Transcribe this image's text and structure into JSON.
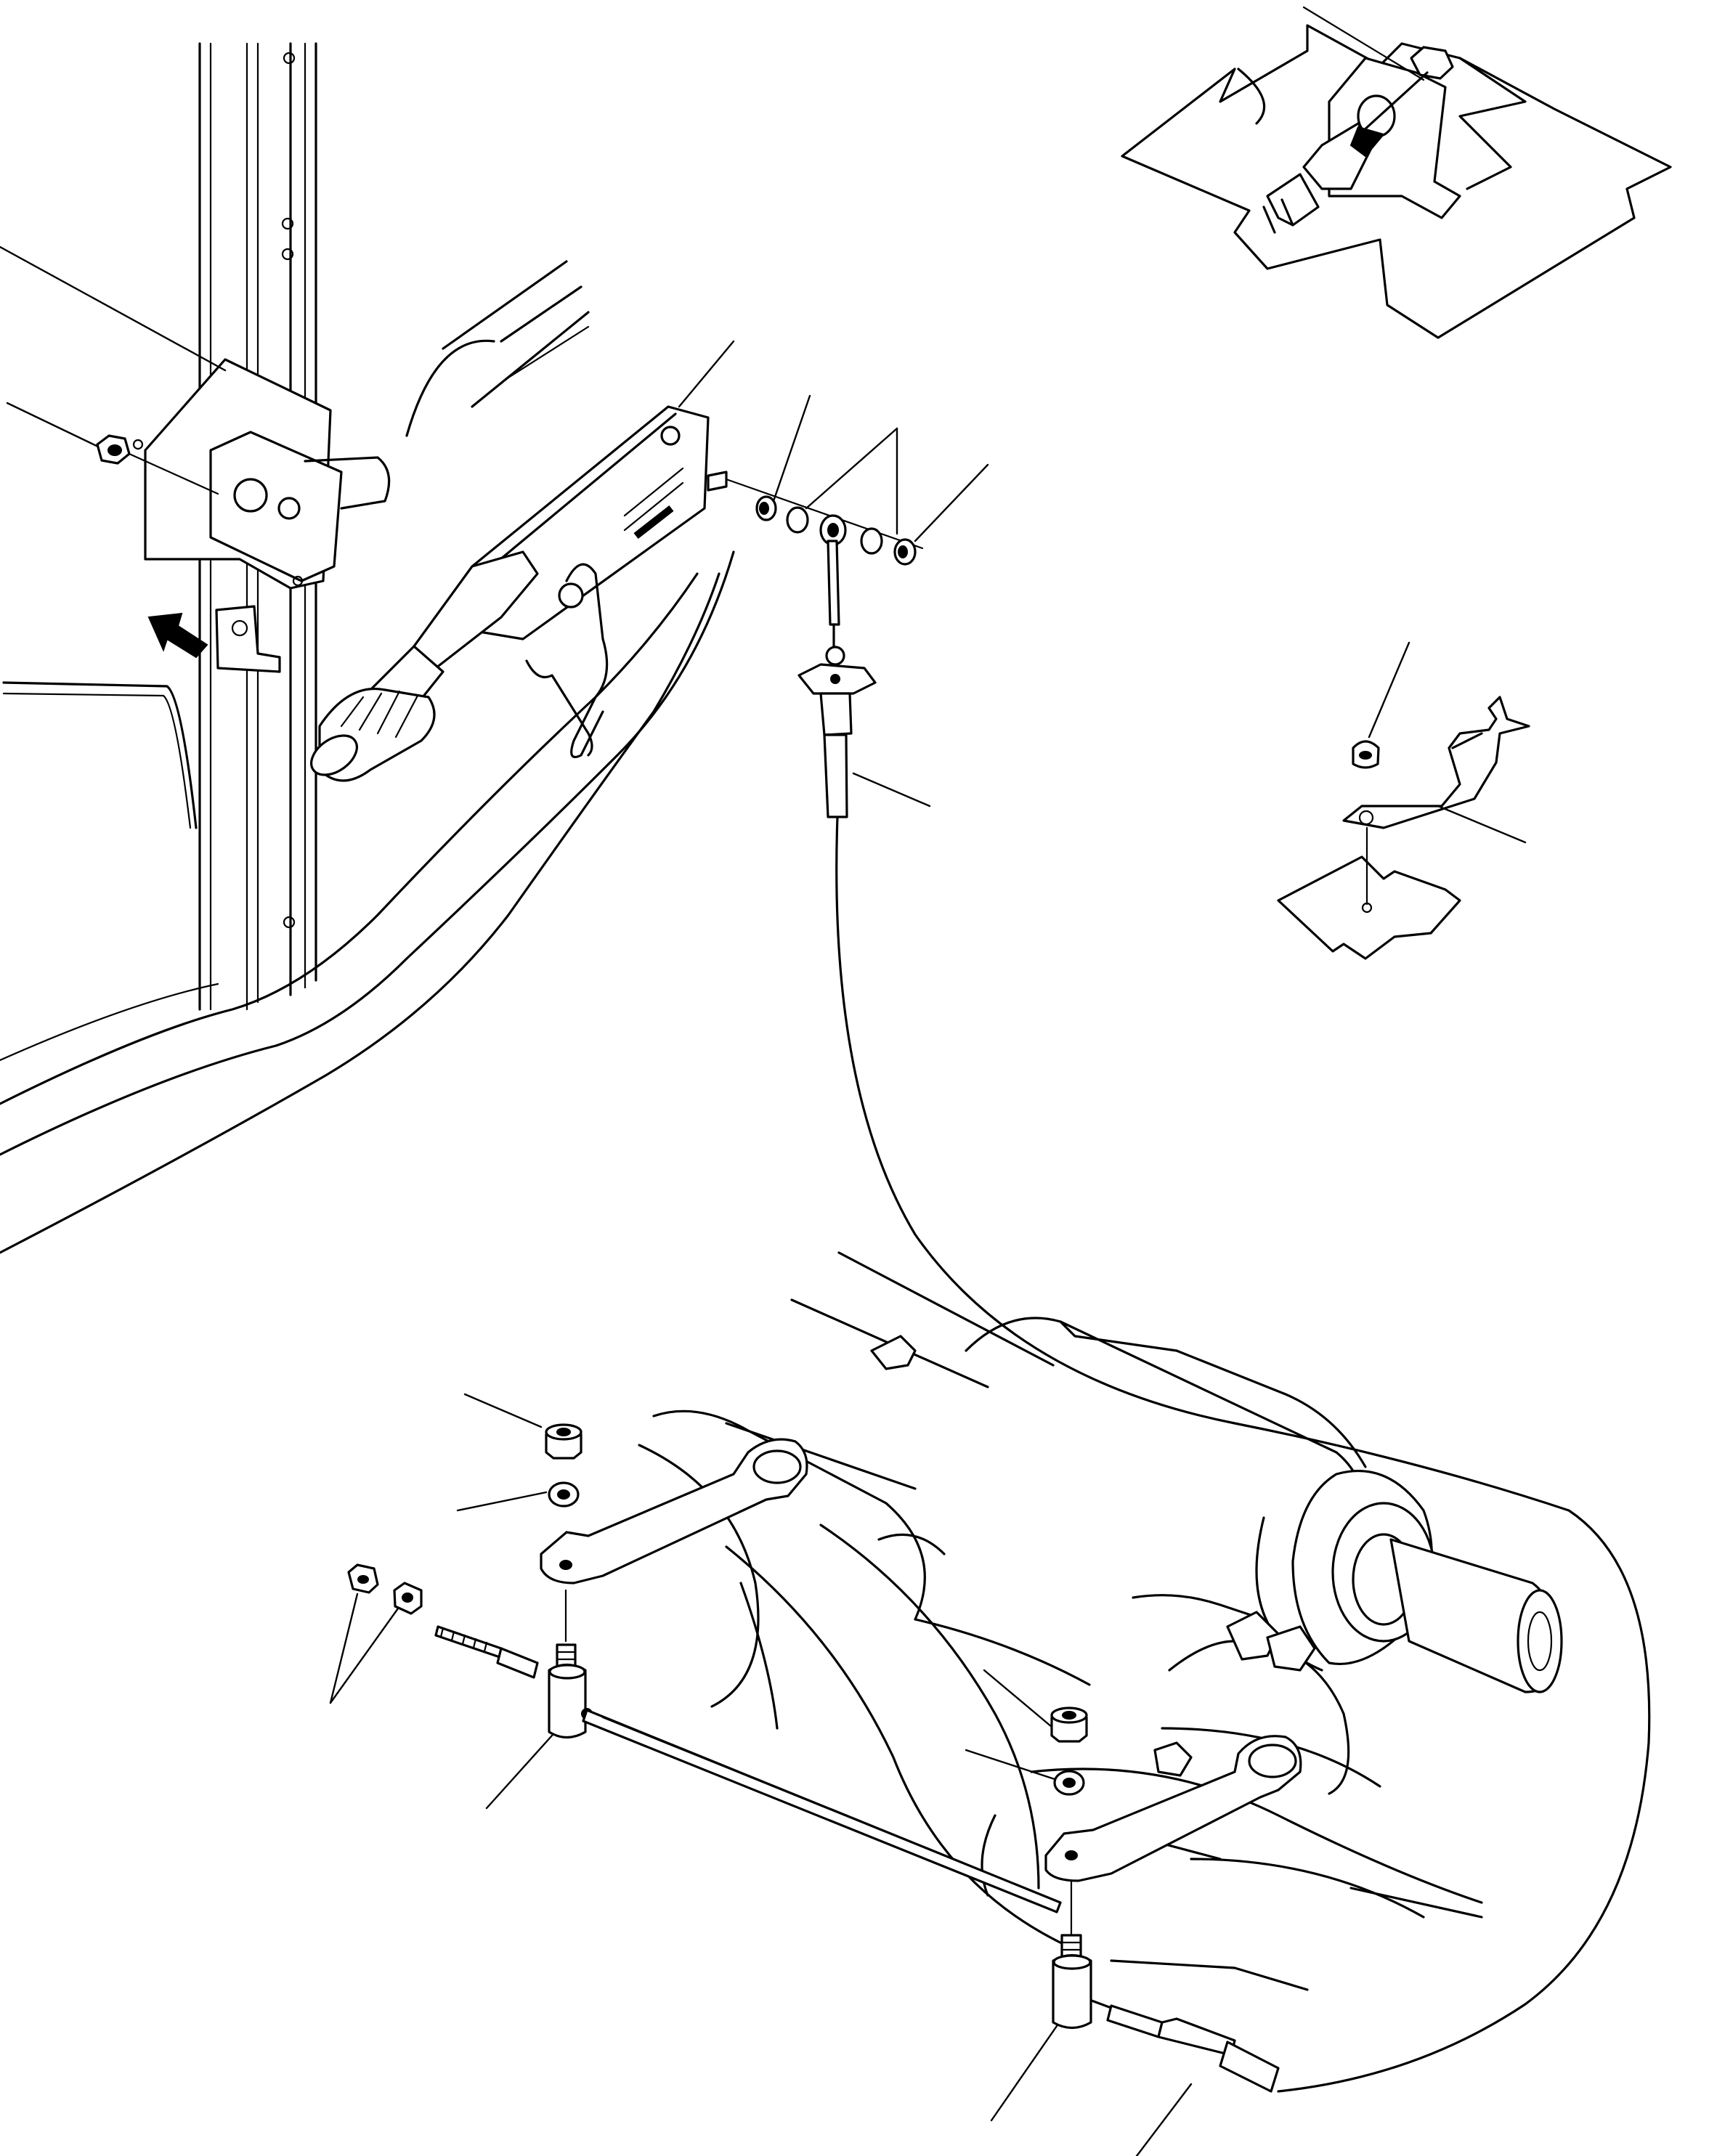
{
  "figure": {
    "kind": "exploded parts diagram",
    "subject_icons": [
      "parking-brake-lever",
      "brake-cable",
      "switch-bracket",
      "caliper-link"
    ],
    "colors": {
      "ink": "#000000",
      "paper": "#ffffff"
    }
  }
}
